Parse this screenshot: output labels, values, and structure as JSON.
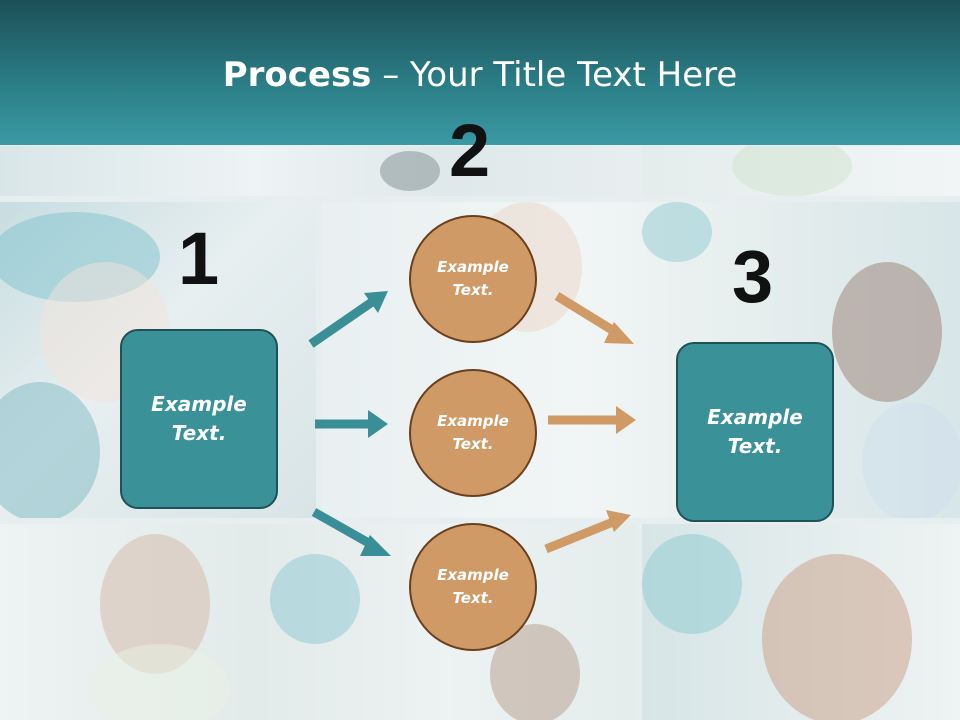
{
  "slide": {
    "title_bold": "Process",
    "title_rest": " – Your Title Text Here",
    "colors": {
      "header": "#2a7b84",
      "box": "#3a9197",
      "circle": "#cf9a66",
      "teal_arrow": "#3a8f96",
      "orange_arrow": "#cf9a66"
    }
  },
  "steps": {
    "one": {
      "number": "1",
      "text": "Example\nText."
    },
    "two": {
      "number": "2",
      "items": [
        "Example\nText.",
        "Example\nText.",
        "Example\nText."
      ]
    },
    "three": {
      "number": "3",
      "text": "Example\nText."
    }
  }
}
